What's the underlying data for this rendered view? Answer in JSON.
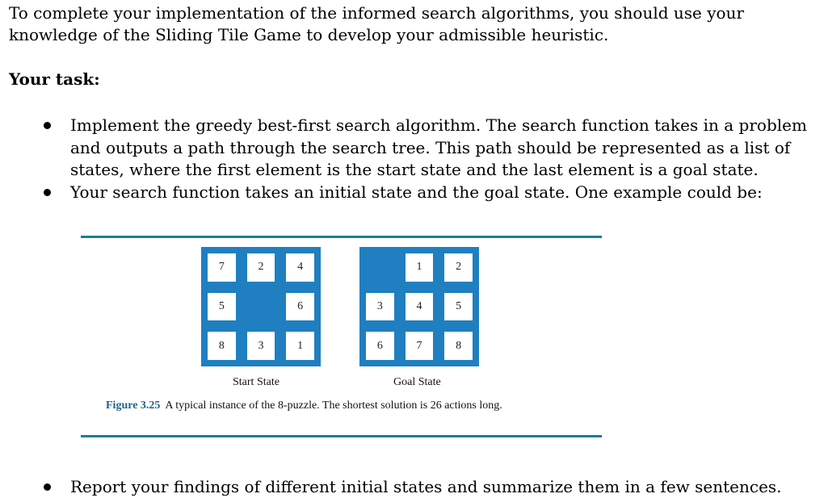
{
  "intro": {
    "line1": "To complete your implementation of the informed search algorithms, you should use your",
    "line2": "knowledge of the Sliding Tile Game to develop your admissible heuristic."
  },
  "task_heading": "Your task:",
  "bullets": [
    {
      "lines": [
        "Implement the greedy best-first search algorithm. The search function takes in a problem",
        "and outputs a path through the search tree. This path should be represented as a list of",
        "states, where the first element is the start state and the last element is a goal state."
      ]
    },
    {
      "lines": [
        "Your search function takes an initial state and the goal state. One example could be:"
      ]
    }
  ],
  "figure": {
    "start_state": {
      "label": "Start State",
      "tiles": [
        "7",
        "2",
        "4",
        "5",
        "",
        "6",
        "8",
        "3",
        "1"
      ]
    },
    "goal_state": {
      "label": "Goal State",
      "tiles": [
        "",
        "1",
        "2",
        "3",
        "4",
        "5",
        "6",
        "7",
        "8"
      ]
    },
    "caption_label": "Figure 3.25",
    "caption_text": "A typical instance of the 8-puzzle. The shortest solution is 26 actions long.",
    "accent_color": "#1f7fc0",
    "rule_color": "#1f7a9a"
  },
  "final_bullet": "Report your findings of different initial states and summarize them in a few sentences."
}
